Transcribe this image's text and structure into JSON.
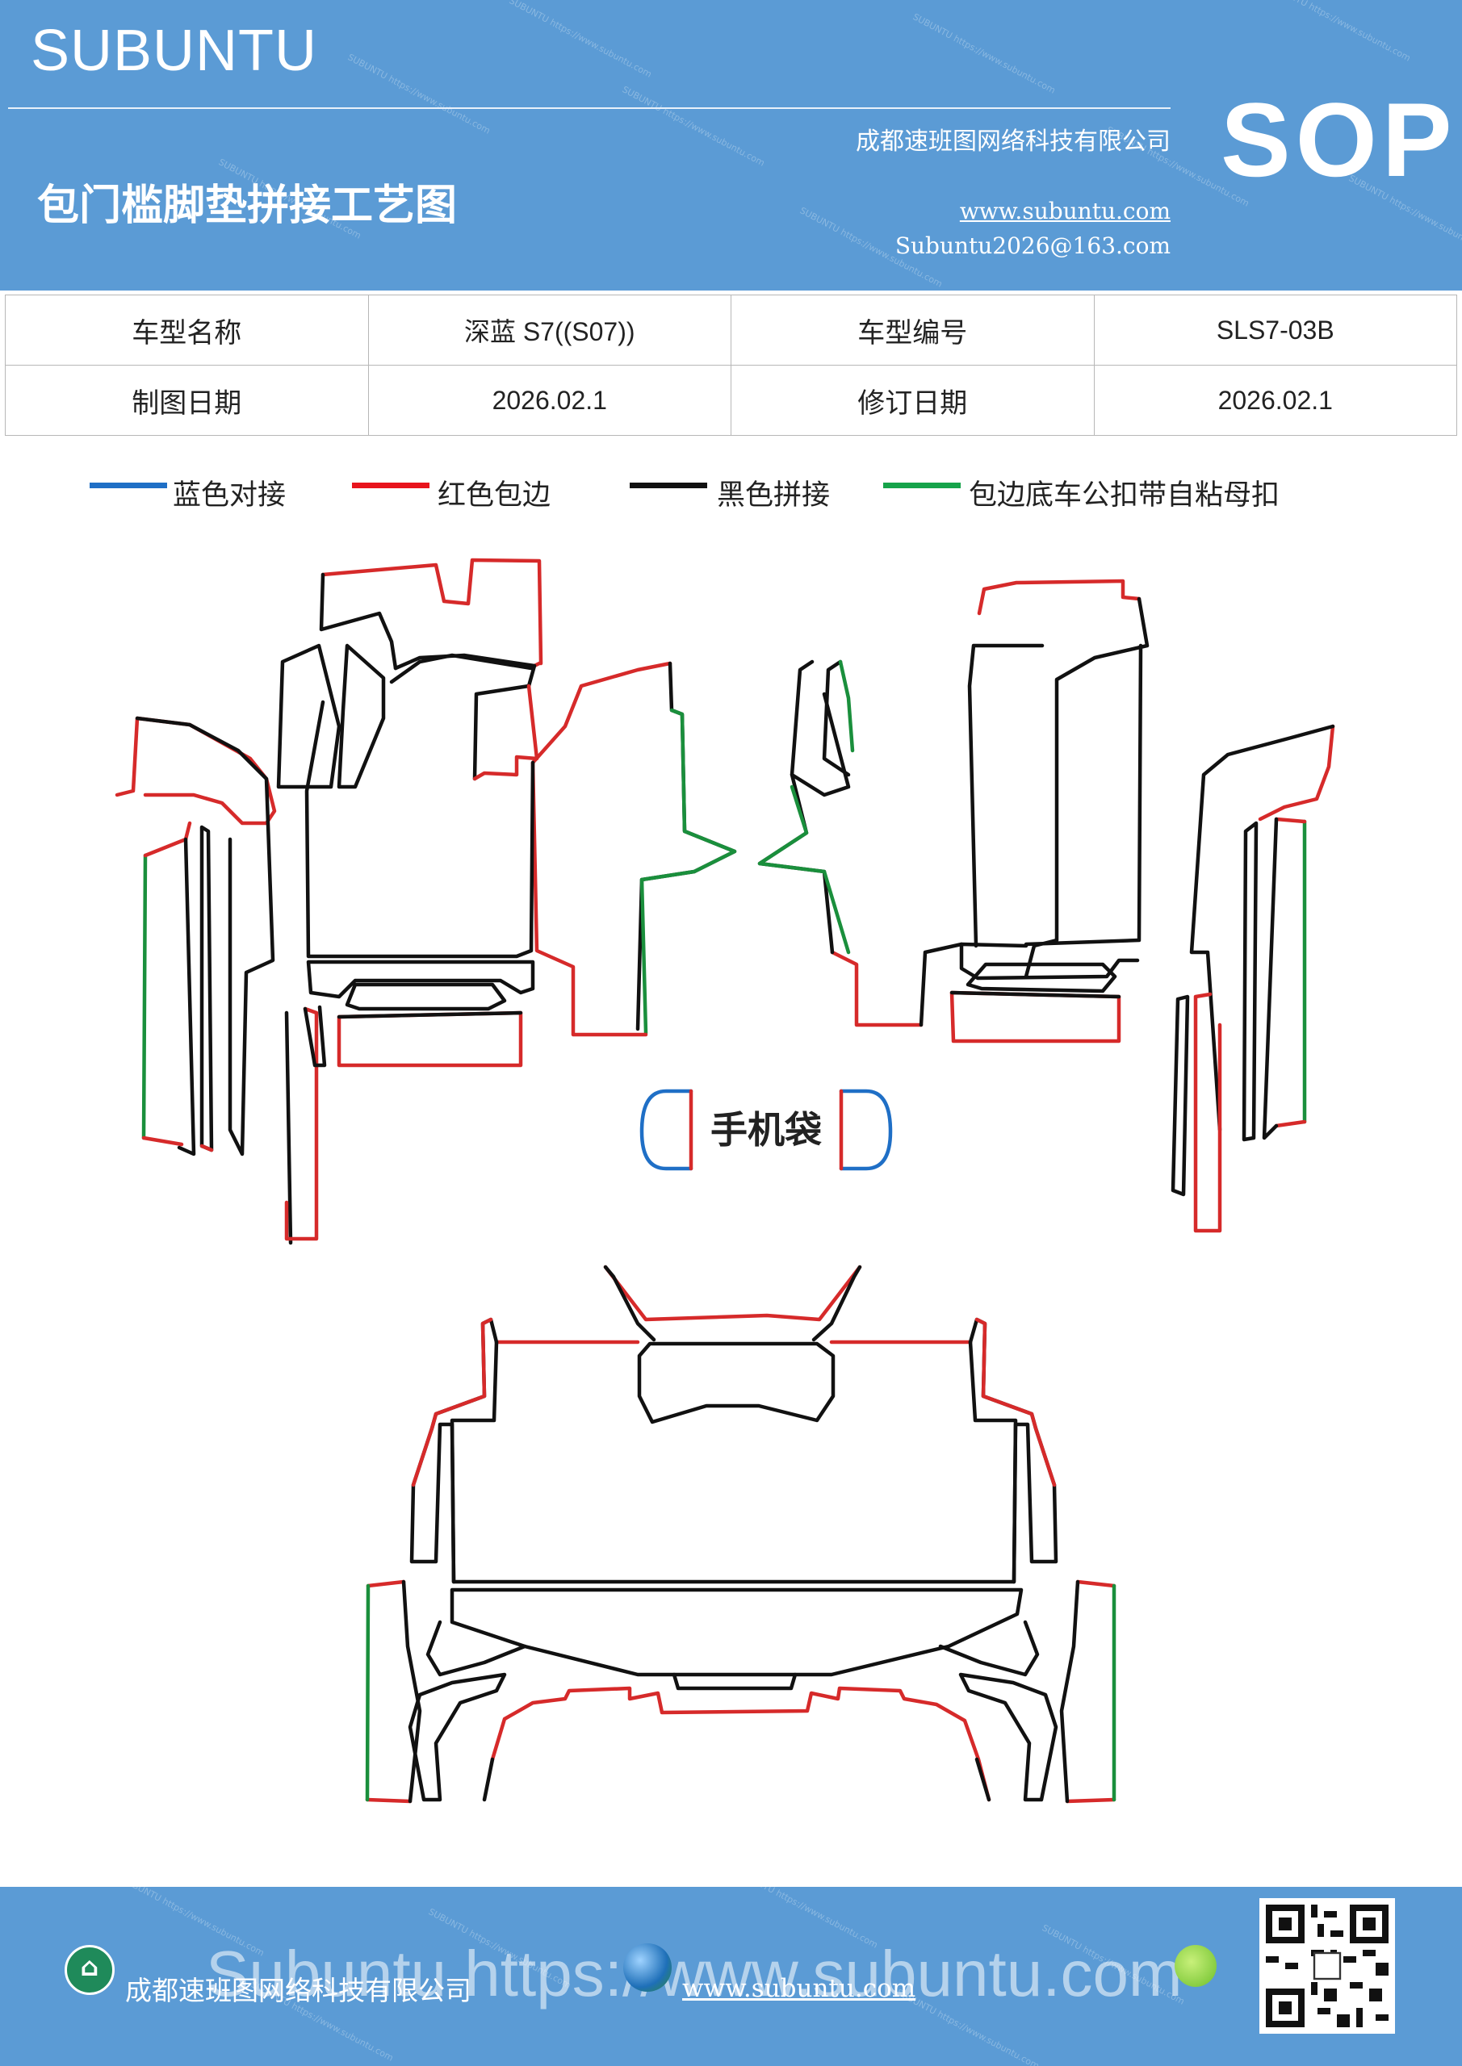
{
  "header": {
    "brand": "SUBUNTU",
    "company": "成都速班图网络科技有限公司",
    "title": "包门槛脚垫拼接工艺图",
    "website": "www.subuntu.com",
    "email": "Subuntu2026@163.com",
    "badge": "SOP",
    "background_color": "#5b9bd5"
  },
  "info_table": {
    "row1": {
      "label1": "车型名称",
      "value1": "深蓝 S7((S07))",
      "label2": "车型编号",
      "value2": "SLS7-03B"
    },
    "row2": {
      "label1": "制图日期",
      "value1": "2026.02.1",
      "label2": "修订日期",
      "value2": "2026.02.1"
    }
  },
  "legend": [
    {
      "label": "蓝色对接",
      "color": "#1f6fc6"
    },
    {
      "label": "红色包边",
      "color": "#e8141c"
    },
    {
      "label": "黑色拼接",
      "color": "#111111"
    },
    {
      "label": "包边底车公扣带自粘母扣",
      "color": "#16a34a"
    }
  ],
  "diagram": {
    "phone_pocket_label": "手机袋",
    "line_colors": {
      "blue": "#1f6fc6",
      "red": "#d62a2a",
      "black": "#111111",
      "green": "#1a8f3c"
    }
  },
  "footer": {
    "company": "成都速班图网络科技有限公司",
    "url_ghost": "Subuntu https://www.subuntu.com",
    "website": "www.subuntu.com",
    "background_color": "#5b9bd5"
  }
}
